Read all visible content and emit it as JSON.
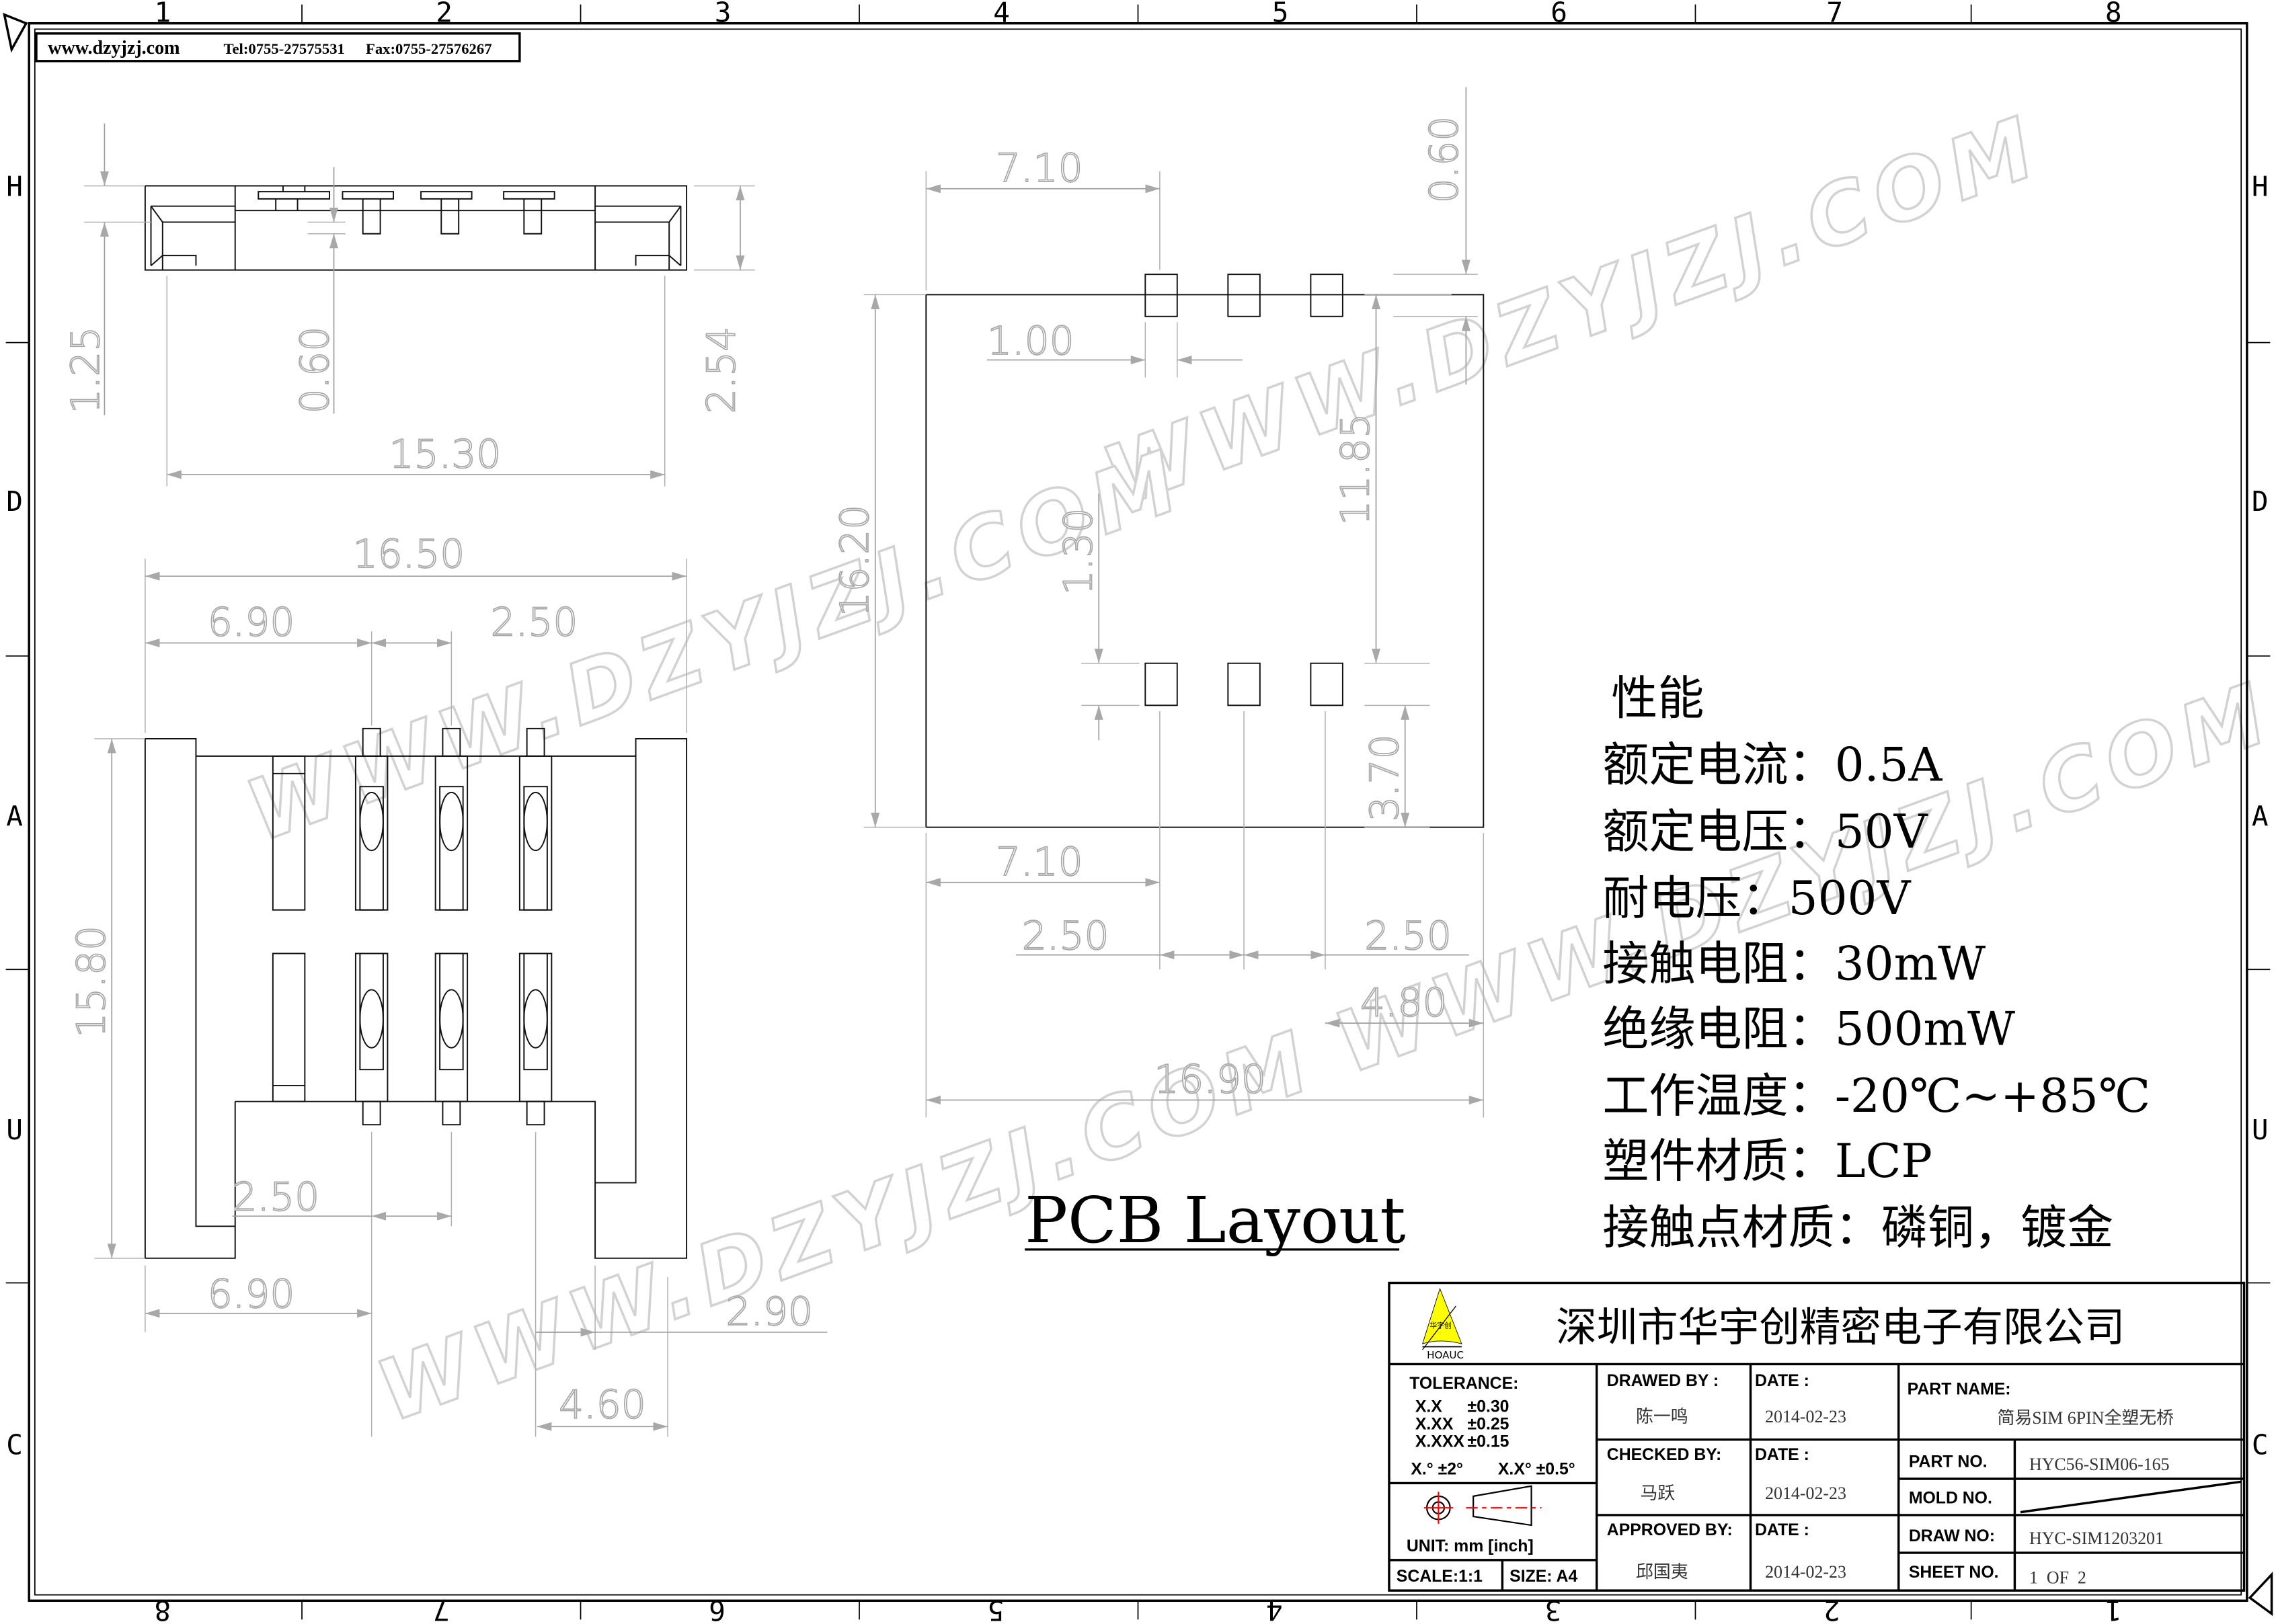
{
  "header": {
    "website": "www.dzyjzj.com",
    "tel": "Tel:0755-27575531",
    "fax": "Fax:0755-27576267"
  },
  "ruler": {
    "columns_top": [
      "1",
      "2",
      "3",
      "4",
      "5",
      "6",
      "7",
      "8"
    ],
    "columns_bottom": [
      "8",
      "7",
      "6",
      "5",
      "4",
      "3",
      "2",
      "1"
    ],
    "rows": [
      "H",
      "D",
      "A",
      "U",
      "C"
    ]
  },
  "watermark": "WWW.DZYJZJ.COM",
  "top_view_dims": [
    "1.25",
    "0.60",
    "2.54",
    "15.30"
  ],
  "bottom_view_dims": [
    "16.50",
    "6.90",
    "2.50",
    "15.80",
    "2.50",
    "6.90",
    "2.90",
    "4.60"
  ],
  "pcb": {
    "title": "PCB Layout",
    "dims": [
      "7.10",
      "0.60",
      "1.00",
      "16.20",
      "1.30",
      "11.85",
      "3.70",
      "7.10",
      "2.50",
      "2.50",
      "4.80",
      "16.90"
    ]
  },
  "specs": {
    "heading": "性能",
    "lines": [
      "额定电流：0.5A",
      "额定电压：50V",
      "耐电压：500V",
      "接触电阻：30mW",
      "绝缘电阻：500mW",
      "工作温度：-20℃~+85℃",
      "塑件材质：LCP",
      "接触点材质：磷铜，镀金"
    ]
  },
  "title_block": {
    "logo_cn": "华宇创",
    "logo_en": "HOAUC",
    "company": "深圳市华宇创精密电子有限公司",
    "tolerance_label": "TOLERANCE:",
    "tolerances": [
      {
        "fmt": "X.X",
        "val": "±0.30"
      },
      {
        "fmt": "X.XX",
        "val": "±0.25"
      },
      {
        "fmt": "X.XXX",
        "val": "±0.15"
      }
    ],
    "angle_tol_1": "X.° ±2°",
    "angle_tol_2": "X.X° ±0.5°",
    "unit": "UNIT:  mm  [inch]",
    "scale": "SCALE:1:1",
    "size": "SIZE:  A4",
    "drawed_by_label": "DRAWED  BY :",
    "drawed_by": "陈一鸣",
    "checked_by_label": "CHECKED  BY:",
    "checked_by": "马跃",
    "approved_by_label": "APPROVED  BY:",
    "approved_by": "邱国夷",
    "date_label": "DATE  :",
    "date_drawed": "2014-02-23",
    "date_checked": "2014-02-23",
    "date_approved": "2014-02-23",
    "part_name_label": "PART  NAME:",
    "part_name": "简易SIM 6PIN全塑无桥",
    "part_no_label": "PART  NO.",
    "part_no": "HYC56-SIM06-165",
    "mold_no_label": "MOLD  NO.",
    "draw_no_label": "DRAW  NO:",
    "draw_no": "HYC-SIM1203201",
    "sheet_no_label": "SHEET  NO.",
    "sheet_no": "1  OF  2"
  },
  "colors": {
    "logo_yellow": "#ffff00",
    "tolerance_red": "#ff0000",
    "dimension_gray": "#a8a8a8"
  }
}
